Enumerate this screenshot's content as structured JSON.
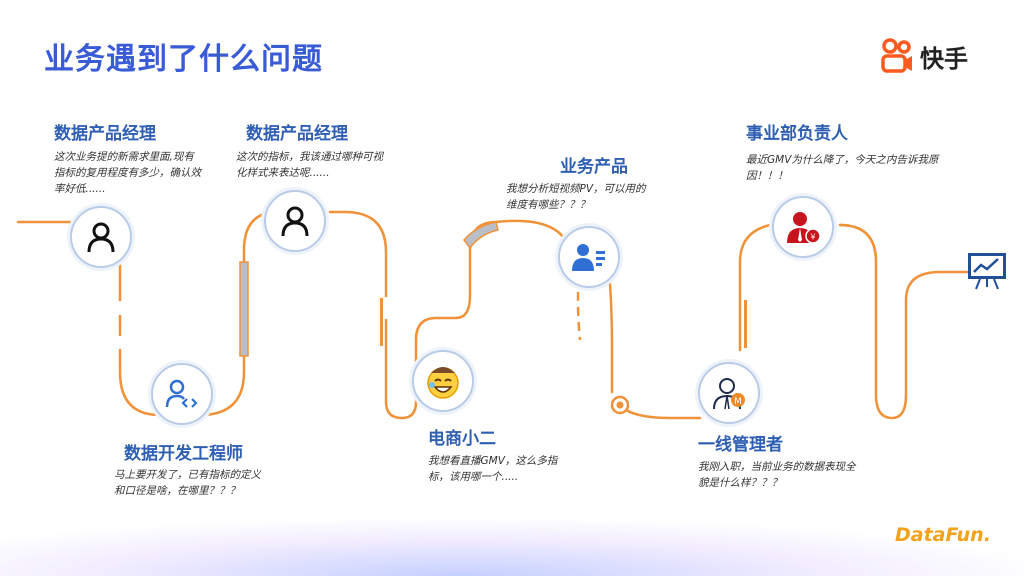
{
  "title": "业务遇到了什么问题",
  "brand": {
    "name": "快手",
    "footer": "DataFun."
  },
  "roles": [
    {
      "role": "数据产品经理",
      "quote": "这次业务提的新需求里面,现有指标的复用程度有多少，确认效率好低......"
    },
    {
      "role": "数据开发工程师",
      "quote": "马上要开发了，已有指标的定义和口径是啥，在哪里？？？"
    },
    {
      "role": "数据产品经理",
      "quote": "这次的指标，我该通过哪种可视化样式来表达呢......"
    },
    {
      "role": "电商小二",
      "quote": "我想看直播GMV，这么多指标，该用哪一个....."
    },
    {
      "role": "业务产品",
      "quote": "我想分析短视频PV，可以用的维度有哪些？？？"
    },
    {
      "role": "一线管理者",
      "quote": "我刚入职，当前业务的数据表现全貌是什么样？？？"
    },
    {
      "role": "事业部负责人",
      "quote": "最近GMV为什么降了，今天之内告诉我原因！！！"
    }
  ],
  "icons": {
    "node1": "user-icon",
    "node2": "developer-icon",
    "node3": "user-icon",
    "node4": "emoji-icon",
    "node5": "business-user-icon",
    "node6": "manager-icon",
    "node7": "executive-icon",
    "end": "chart-board-icon"
  },
  "colors": {
    "title": "#3a5bd6",
    "path": "#f0923a",
    "role": "#2f5fb3",
    "brand_orange": "#ff5a1f",
    "footer": "#f2a21b"
  }
}
